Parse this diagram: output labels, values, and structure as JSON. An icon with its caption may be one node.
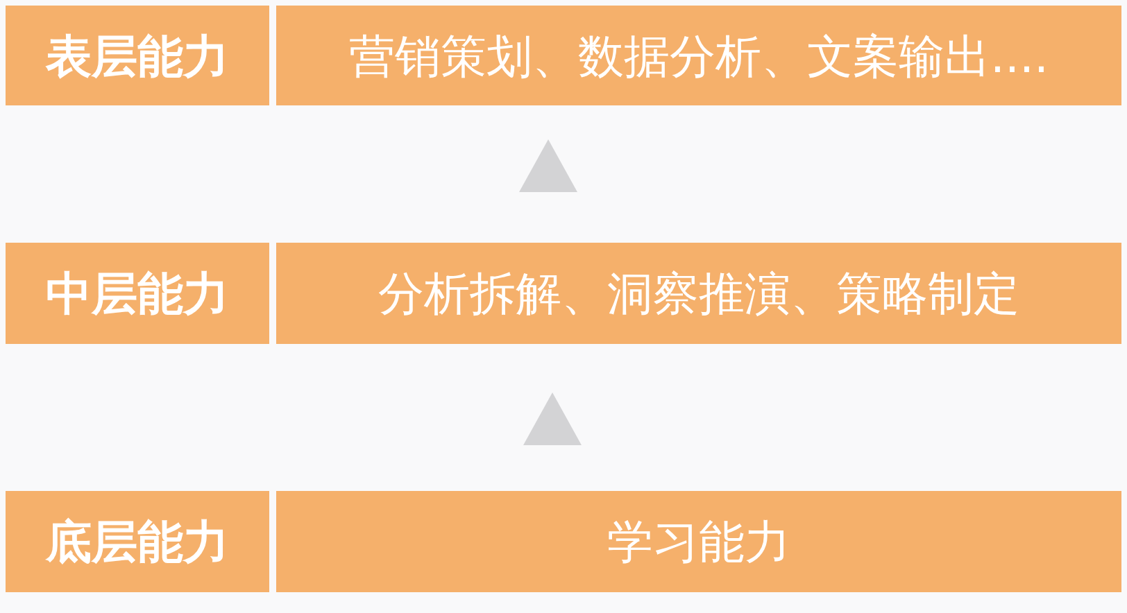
{
  "diagram": {
    "nodes": [
      {
        "text": [
          "表层能力"
        ]
      },
      {
        "text": [
          "营销策划、数据分析、文案输出...."
        ]
      },
      {
        "text": [
          "中层能力"
        ]
      },
      {
        "text": [
          "分析拆解、洞察推演、策略制定"
        ]
      },
      {
        "text": [
          "底层能力"
        ]
      },
      {
        "text": [
          "学习能力"
        ]
      }
    ],
    "edges": [
      {
        "from": 3,
        "to": 1,
        "arrow": "to"
      },
      {
        "from": 5,
        "to": 3,
        "arrow": "to"
      }
    ]
  }
}
